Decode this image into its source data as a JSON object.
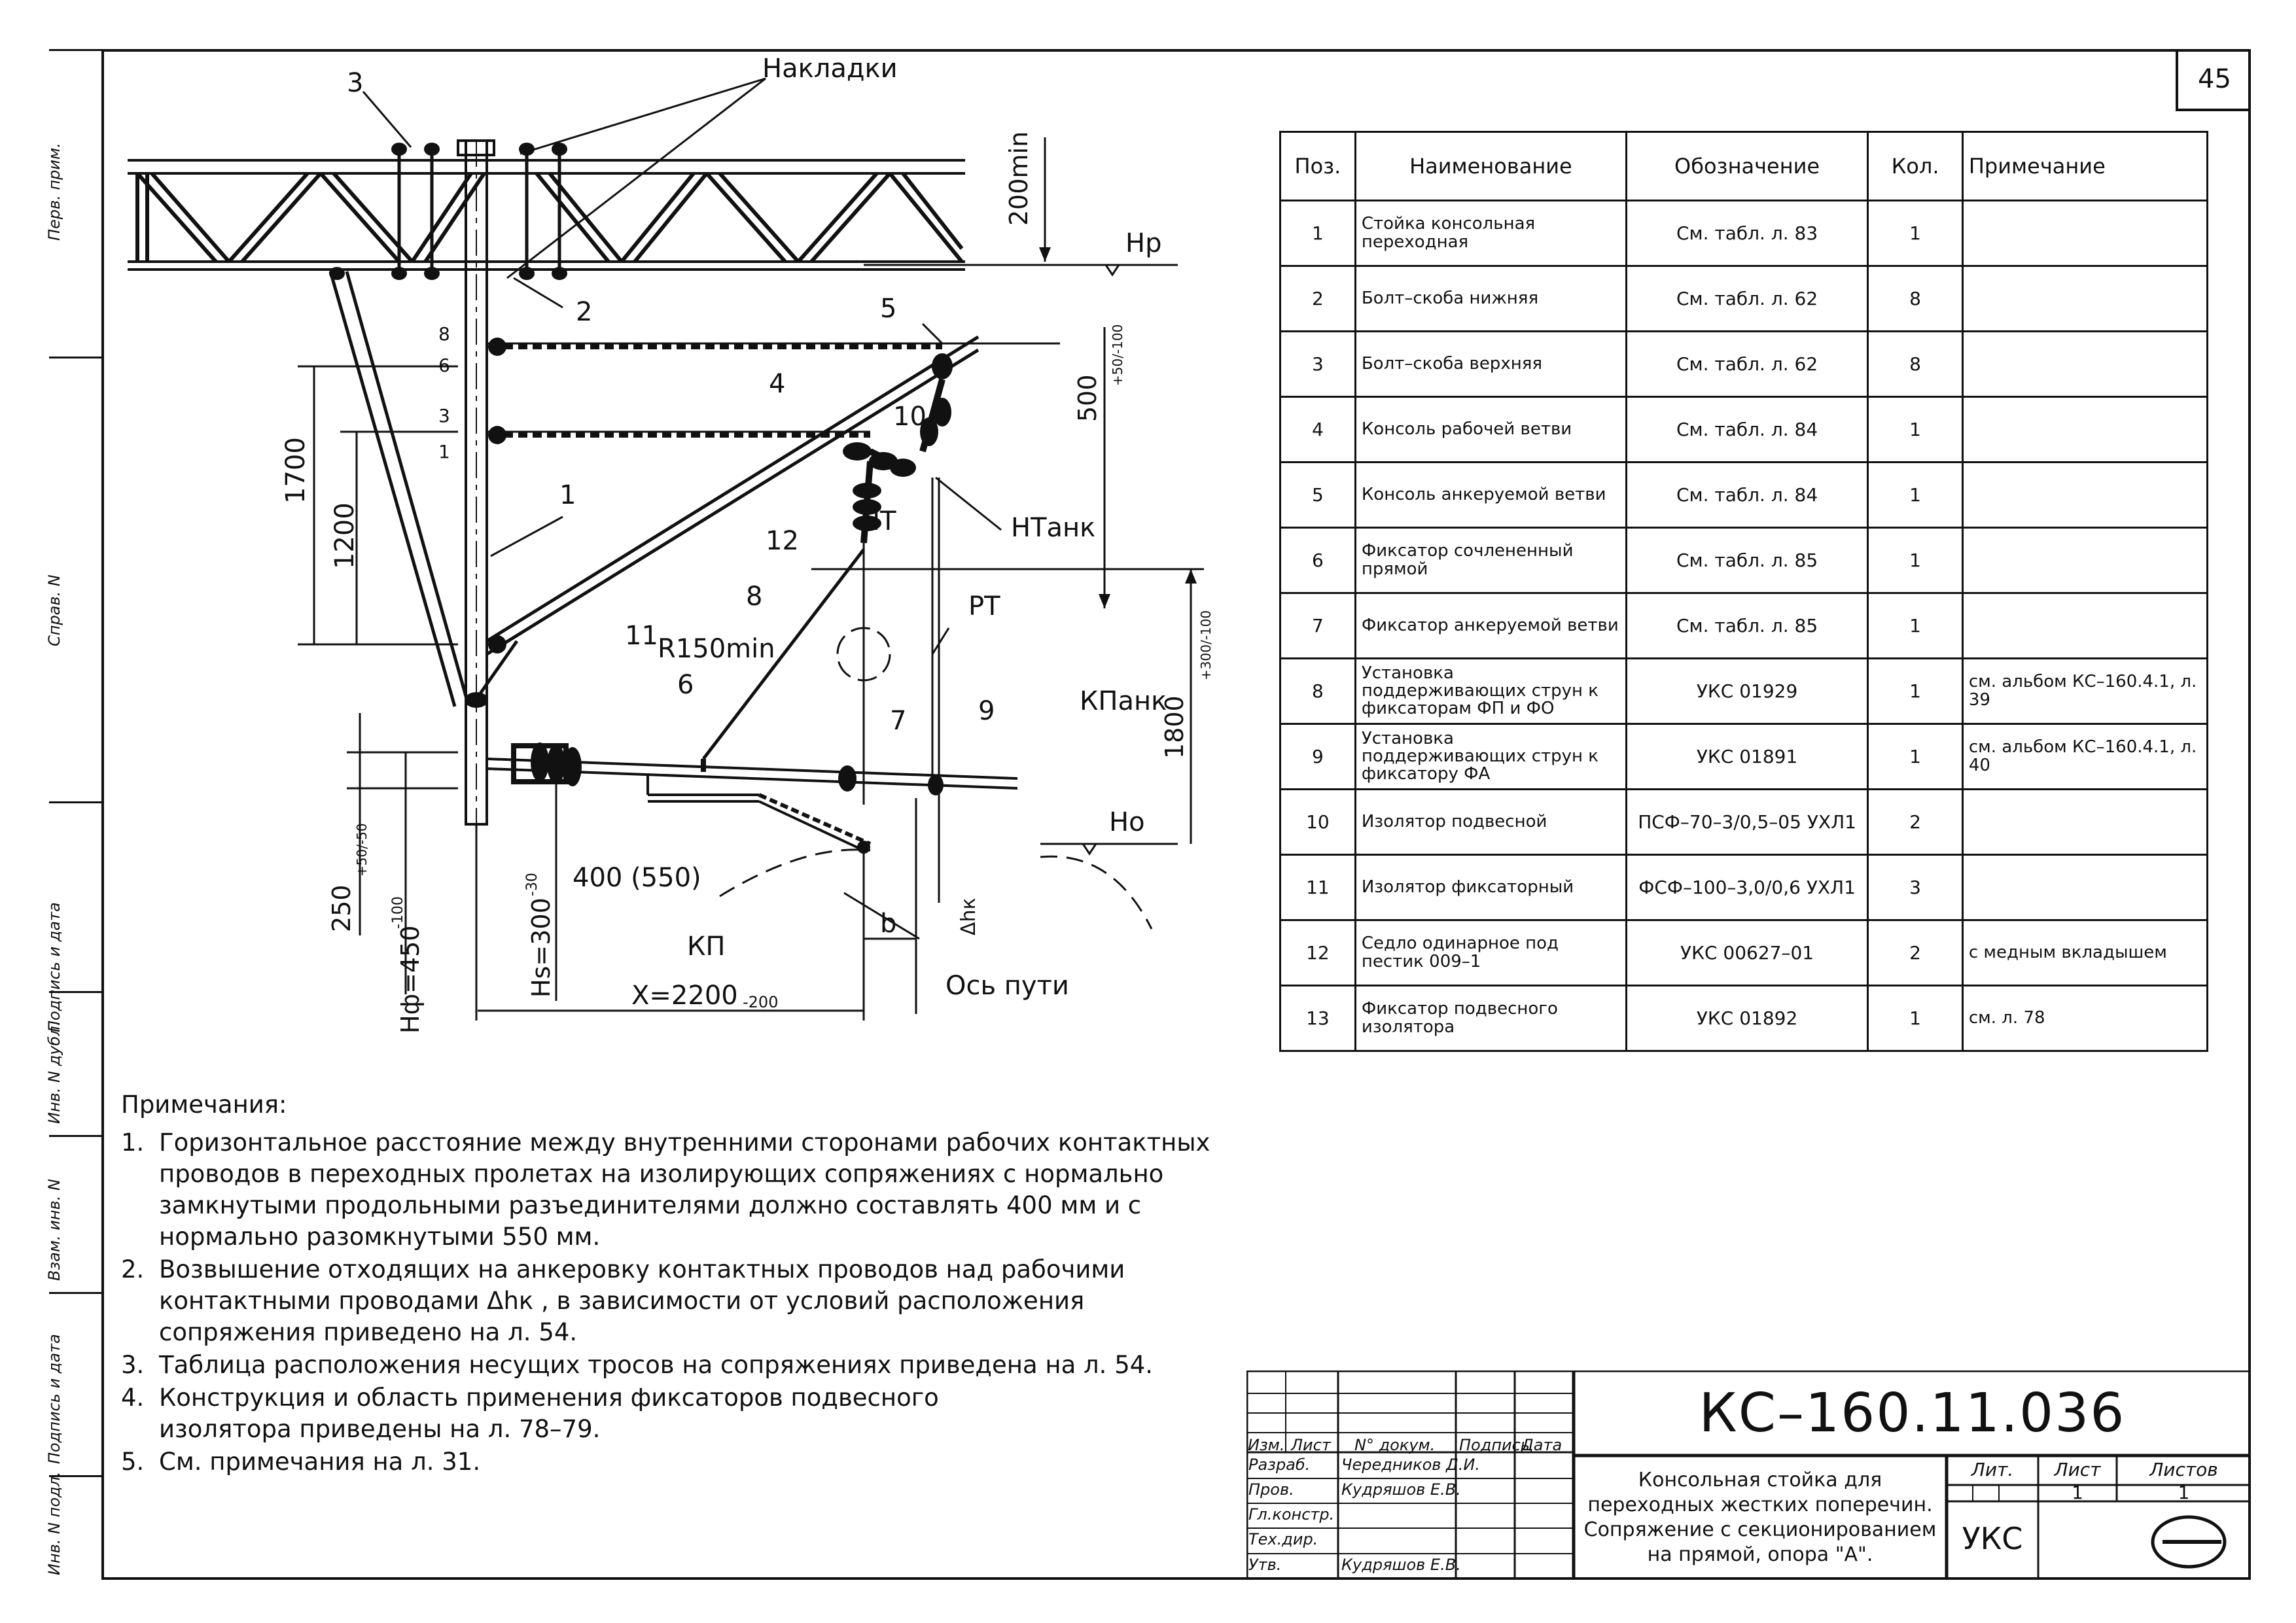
{
  "sheet_number": "45",
  "sidebar": [
    "Перв. прим.",
    "Справ. N",
    "Подпись и дата",
    "Инв. N дубл.",
    "Взам. инв. N",
    "Подпись и дата",
    "Инв. N подл."
  ],
  "drawing": {
    "labels": {
      "nakladki": "Накладки",
      "h200min": "200min",
      "hp": "Нр",
      "ho": "Но",
      "h500": "500",
      "h500_tol": "+50/-100",
      "h1800": "1800",
      "h1800_tol": "+300/-100",
      "d1700": "1700",
      "d1200": "1200",
      "ht": "НТ",
      "htank": "НТанк",
      "pt": "РТ",
      "kpank": "КПанк",
      "kp": "КП",
      "r150": "R150min",
      "d400": "400 (550)",
      "b": "b",
      "axis": "Ось пути",
      "x2200": "X=2200",
      "x2200_tol": "-200",
      "hs": "Hs=300",
      "hs_tol": "-30",
      "hf": "Нф=450",
      "hf_tol": "-100",
      "d250": "250",
      "d250_tol": "+50/-50",
      "dhk": "Δhк",
      "pos": [
        "1",
        "2",
        "3",
        "4",
        "5",
        "6",
        "7",
        "8",
        "9",
        "10",
        "11",
        "12"
      ],
      "holes": [
        "8",
        "6",
        "3",
        "1"
      ]
    }
  },
  "spec": {
    "headers": [
      "Поз.",
      "Наименование",
      "Обозначение",
      "Кол.",
      "Примечание"
    ],
    "rows": [
      {
        "pos": "1",
        "name": "Стойка консольная переходная",
        "code": "См. табл. л. 83",
        "qty": "1",
        "note": ""
      },
      {
        "pos": "2",
        "name": "Болт–скоба нижняя",
        "code": "См. табл. л. 62",
        "qty": "8",
        "note": ""
      },
      {
        "pos": "3",
        "name": "Болт–скоба верхняя",
        "code": "См. табл. л. 62",
        "qty": "8",
        "note": ""
      },
      {
        "pos": "4",
        "name": "Консоль рабочей ветви",
        "code": "См. табл. л. 84",
        "qty": "1",
        "note": ""
      },
      {
        "pos": "5",
        "name": "Консоль анкеруемой ветви",
        "code": "См. табл. л. 84",
        "qty": "1",
        "note": ""
      },
      {
        "pos": "6",
        "name": "Фиксатор сочлененный прямой",
        "code": "См. табл. л. 85",
        "qty": "1",
        "note": ""
      },
      {
        "pos": "7",
        "name": "Фиксатор анкеруемой ветви",
        "code": "См. табл. л. 85",
        "qty": "1",
        "note": ""
      },
      {
        "pos": "8",
        "name": "Установка поддерживающих струн к фиксаторам ФП и ФО",
        "code": "УКС 01929",
        "qty": "1",
        "note": "см. альбом КС–160.4.1, л. 39"
      },
      {
        "pos": "9",
        "name": "Установка поддерживающих струн к фиксатору ФА",
        "code": "УКС 01891",
        "qty": "1",
        "note": "см. альбом КС–160.4.1, л. 40"
      },
      {
        "pos": "10",
        "name": "Изолятор подвесной",
        "code": "ПСФ–70–3/0,5–05 УХЛ1",
        "qty": "2",
        "note": ""
      },
      {
        "pos": "11",
        "name": "Изолятор фиксаторный",
        "code": "ФСФ–100–3,0/0,6 УХЛ1",
        "qty": "3",
        "note": ""
      },
      {
        "pos": "12",
        "name": "Седло одинарное под пестик 009–1",
        "code": "УКС 00627–01",
        "qty": "2",
        "note": "с медным вкладышем"
      },
      {
        "pos": "13",
        "name": "Фиксатор подвесного изолятора",
        "code": "УКС 01892",
        "qty": "1",
        "note": "см. л. 78"
      }
    ]
  },
  "notes": {
    "title": "Примечания:",
    "items": [
      {
        "num": "1.",
        "text": "Горизонтальное расстояние между внутренними сторонами рабочих контактных проводов в  переходных пролетах на изолирующих сопряжениях с нормально замкнутыми продольными разъединителями должно составлять 400 мм и с нормально разомкнутыми 550 мм."
      },
      {
        "num": "2.",
        "text": "Возвышение отходящих на анкеровку контактных проводов над рабочими контактными проводами  Δhк , в зависимости от условий расположения сопряжения приведено на л. 54."
      },
      {
        "num": "3.",
        "text": "Таблица расположения несущих тросов на сопряжениях приведена на л. 54."
      },
      {
        "num": "4.",
        "text": "Конструкция и область применения фиксаторов подвесного изолятора приведены на л. 78–79."
      },
      {
        "num": "5.",
        "text": "См. примечания на л. 31."
      }
    ]
  },
  "title_block": {
    "code": "КС–160.11.036",
    "description": "Консольная стойка для переходных жестких поперечин. Сопряжение с секционированием на прямой, опора \"А\".",
    "hdr": {
      "izm": "Изм.",
      "list": "Лист",
      "doc": "N° докум.",
      "sign": "Подпись",
      "date": "Дата"
    },
    "roles": [
      {
        "role": "Разраб.",
        "name": "Чередников Д.И."
      },
      {
        "role": "Пров.",
        "name": "Кудряшов Е.В."
      },
      {
        "role": "Гл.констр.",
        "name": ""
      },
      {
        "role": "Тех.дир.",
        "name": ""
      },
      {
        "role": "Утв.",
        "name": "Кудряшов Е.В."
      }
    ],
    "lit_label": "Лит.",
    "sheet_label": "Лист",
    "sheets_label": "Листов",
    "sheet": "1",
    "sheets": "1",
    "org": "УКС"
  }
}
